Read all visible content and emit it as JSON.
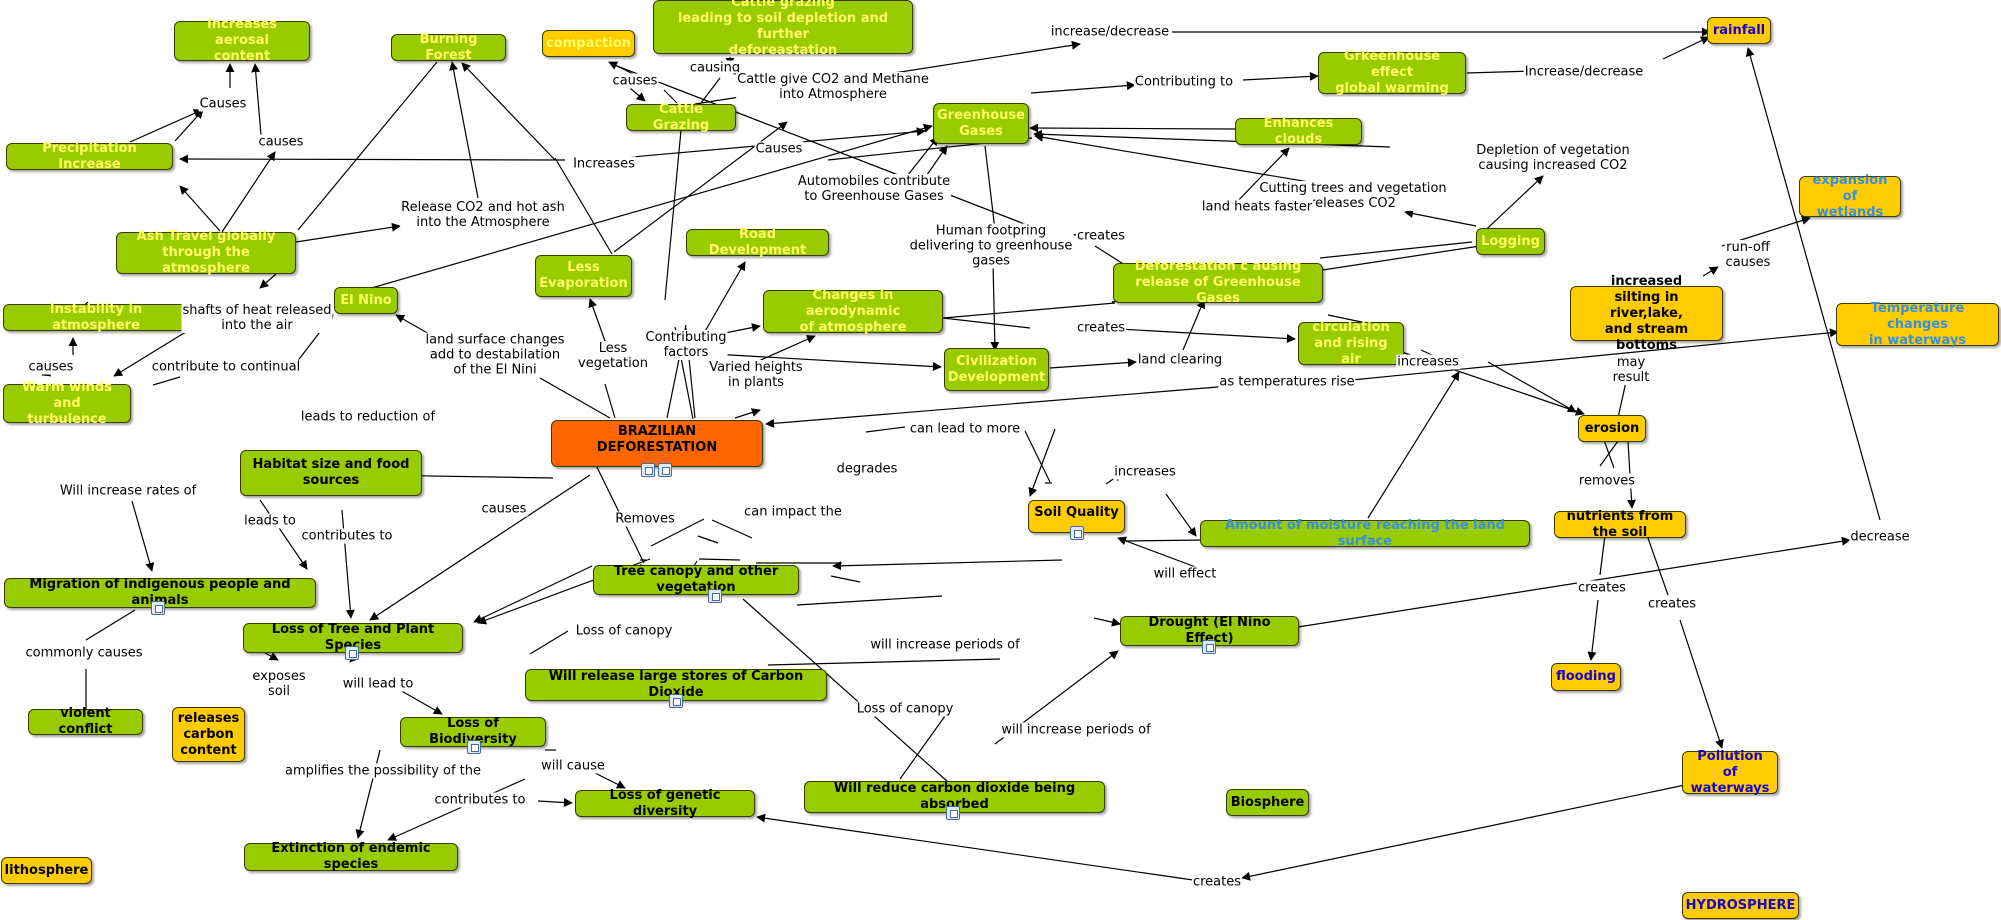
{
  "colors": {
    "green_node": "#99cc00",
    "yellow_node": "#ffcc00",
    "orange_node": "#ff6600",
    "light_text": "#ffff66",
    "dark_text": "#000000",
    "blue_text": "#1a00cc",
    "teal_text": "#3a8fd9",
    "edge": "#000000"
  },
  "nodes": {
    "increases_aerosal": "Increases aerosal\ncontent",
    "burning_forest": "Burning Forest",
    "compaction": "compaction",
    "cattle_grazing_leading": "Cattle grazing\nleading to soil depletion and further\ndeforeastation",
    "rainfall": "rainfall",
    "cattle_grazing": "Cattle Grazing",
    "greenhouse_gases": "Greenhouse\nGases",
    "greenhouse_effect": "Grkeenhouse effect\nglobal warming",
    "enhances_clouds": "Enhances clouds",
    "precipitation_increase": "Precipitation Increase",
    "expansion_wetlands": "expansion of\nwetlands",
    "road_development": "Road Development",
    "logging": "Logging",
    "ash_travel": "Ash Travel globally\nthrough the atmosphere",
    "less_evaporation": "Less\nEvaporation",
    "deforestation_causing": "Deforestation c ausing\nrelease of Greenhouse Gases",
    "increased_silting": "increased\nsilting in river,lake,\nand stream bottoms",
    "temperature_changes": "Temperature changes\nin waterways",
    "instability": "Instability in atmosphere",
    "el_nino": "El Nino",
    "changes_aerodynamic": "Changes in aerodynamic\nof atmosphere",
    "circulation": "circulation\nand rising air",
    "civilization": "Civilization\nDevelopment",
    "warm_winds": "Warm winds and\nturbulence",
    "erosion": "erosion",
    "brazilian_deforestation": "BRAZILIAN DEFORESTATION",
    "habitat": "Habitat size and food sources",
    "soil_quality": "Soil Quality",
    "moisture": "Amount of moisture reaching the land surface",
    "nutrients": "nutrients from the soil",
    "tree_canopy": "Tree canopy and other vegetation",
    "migration": "Migration of indigenous people and animals",
    "loss_tree": "Loss of Tree and Plant Species",
    "drought": "Drought (El Nino Effect)",
    "will_release": "Will release large stores of Carbon Dioxide",
    "flooding": "flooding",
    "violent_conflict": "violent conflict",
    "releases_carbon": "releases\ncarbon\ncontent",
    "loss_biodiversity": "Loss of Biodiversity",
    "pollution": "Pollution of\nwaterways",
    "will_reduce": "Will reduce carbon dioxide being absorbed",
    "biosphere": "Biosphere",
    "loss_genetic": "Loss of genetic diversity",
    "extinction": "Extinction of endemic species",
    "lithosphere": "lithosphere",
    "hydrosphere": "HYDROSPHERE"
  },
  "links": {
    "increase_decrease": "increase/decrease",
    "causing": "causing",
    "causes_compaction": "causes",
    "cattle_give": "Cattle give CO2 and Methane\ninto Atmosphere",
    "contributing_to": "Contributing to",
    "increase_decrease2": "Increase/decrease",
    "causes_aerosal": "Causes",
    "causes_small": "causes",
    "causes_gg": "Causes",
    "increases_precip": "Increases",
    "automobiles": "Automobiles contribute\nto Greenhouse Gases",
    "depletion": "Depletion of vegetation\ncausing increased CO2",
    "release_co2": "Release CO2 and hot ash\ninto the Atmosphere",
    "cutting_trees": "Cutting trees and vegetation\nreleases CO2",
    "land_heats": "land heats faster",
    "human_footprint": "Human footpring\ndelivering to greenhouse\ngases",
    "creates_defor": "creates",
    "runoff": "run-off\ncauses",
    "shafts": "shafts of heat released\ninto the air",
    "causes_instab": "causes",
    "contribute_continual": "contribute to continual",
    "land_surface": "land surface changes\nadd to destabilation\nof the El Nini",
    "less_vegetation": "Less\nvegetation",
    "contributing_factors": "Contributing\nfactors",
    "varied_heights": "Varied heights\nin plants",
    "creates_circ": "creates",
    "land_clearing": "land clearing",
    "increases_erosion": "increases",
    "may_result": "may\nresult",
    "as_temperatures": "as temperatures rise",
    "leads_reduction": "leads to reduction of",
    "can_lead": "can lead to more",
    "will_increase_rates": "Will increase rates of",
    "degrades": "degrades",
    "increases_moist": "increases",
    "removes_soil": "removes",
    "causes_loss": "causes",
    "removes_canopy": "Removes",
    "can_impact": "can impact the",
    "leads_to": "leads to",
    "contributes_to": "contributes to",
    "decrease": "decrease",
    "will_effect": "will effect",
    "creates_flood": "creates",
    "creates_pollution": "creates",
    "loss_canopy1": "Loss of canopy",
    "will_increase_periods1": "will increase periods of",
    "commonly_causes": "commonly causes",
    "exposes_soil": "exposes\nsoil",
    "will_lead": "will lead to",
    "loss_canopy2": "Loss of canopy",
    "will_increase_periods2": "will increase periods of",
    "will_cause": "will cause",
    "amplifies": "amplifies the possibility of the",
    "contributes_to2": "contributes to",
    "creates_genetic": "creates"
  }
}
